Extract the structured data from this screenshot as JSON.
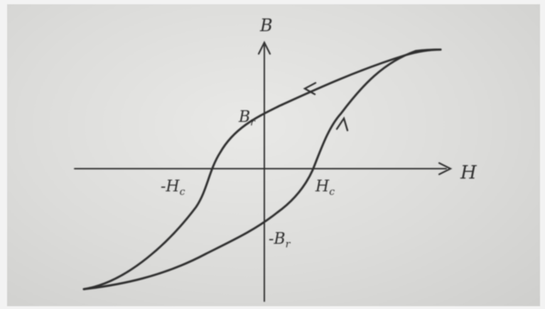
{
  "diagram": {
    "axis_labels": {
      "y": "B",
      "x": "H"
    },
    "point_labels": {
      "remanence_pos": "B",
      "remanence_pos_sub": "r",
      "remanence_neg": "-B",
      "remanence_neg_sub": "r",
      "coercivity_pos": "H",
      "coercivity_pos_sub": "c",
      "coercivity_neg": "-H",
      "coercivity_neg_sub": "c"
    },
    "colors": {
      "ink": "#2e2e2e",
      "paper": "#dcdcda"
    }
  }
}
